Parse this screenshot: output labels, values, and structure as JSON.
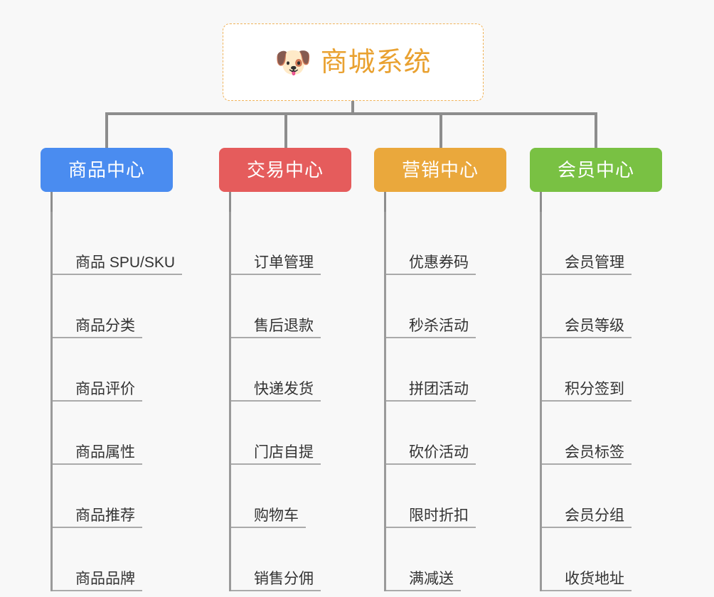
{
  "page": {
    "background_color": "#f8f8f8",
    "title_text_color": "#e9a130",
    "connector_color": "#8d8d8d"
  },
  "root": {
    "icon": "shiba-dog-face-emoji",
    "icon_glyph": "🐶",
    "title": "商城系统",
    "border_color": "#f0b35a",
    "background_color": "#ffffff"
  },
  "columns": [
    {
      "category": "商品中心",
      "color": "#4a8cf0",
      "color_class": "cat-blue",
      "items": [
        "商品 SPU/SKU",
        "商品分类",
        "商品评价",
        "商品属性",
        "商品推荐",
        "商品品牌"
      ]
    },
    {
      "category": "交易中心",
      "color": "#e55c5c",
      "color_class": "cat-red",
      "items": [
        "订单管理",
        "售后退款",
        "快递发货",
        "门店自提",
        "购物车",
        "销售分佣"
      ]
    },
    {
      "category": "营销中心",
      "color": "#eaa83c",
      "color_class": "cat-orange",
      "items": [
        "优惠券码",
        "秒杀活动",
        "拼团活动",
        "砍价活动",
        "限时折扣",
        "满减送"
      ]
    },
    {
      "category": "会员中心",
      "color": "#79c143",
      "color_class": "cat-green",
      "items": [
        "会员管理",
        "会员等级",
        "积分签到",
        "会员标签",
        "会员分组",
        "收货地址"
      ]
    }
  ]
}
